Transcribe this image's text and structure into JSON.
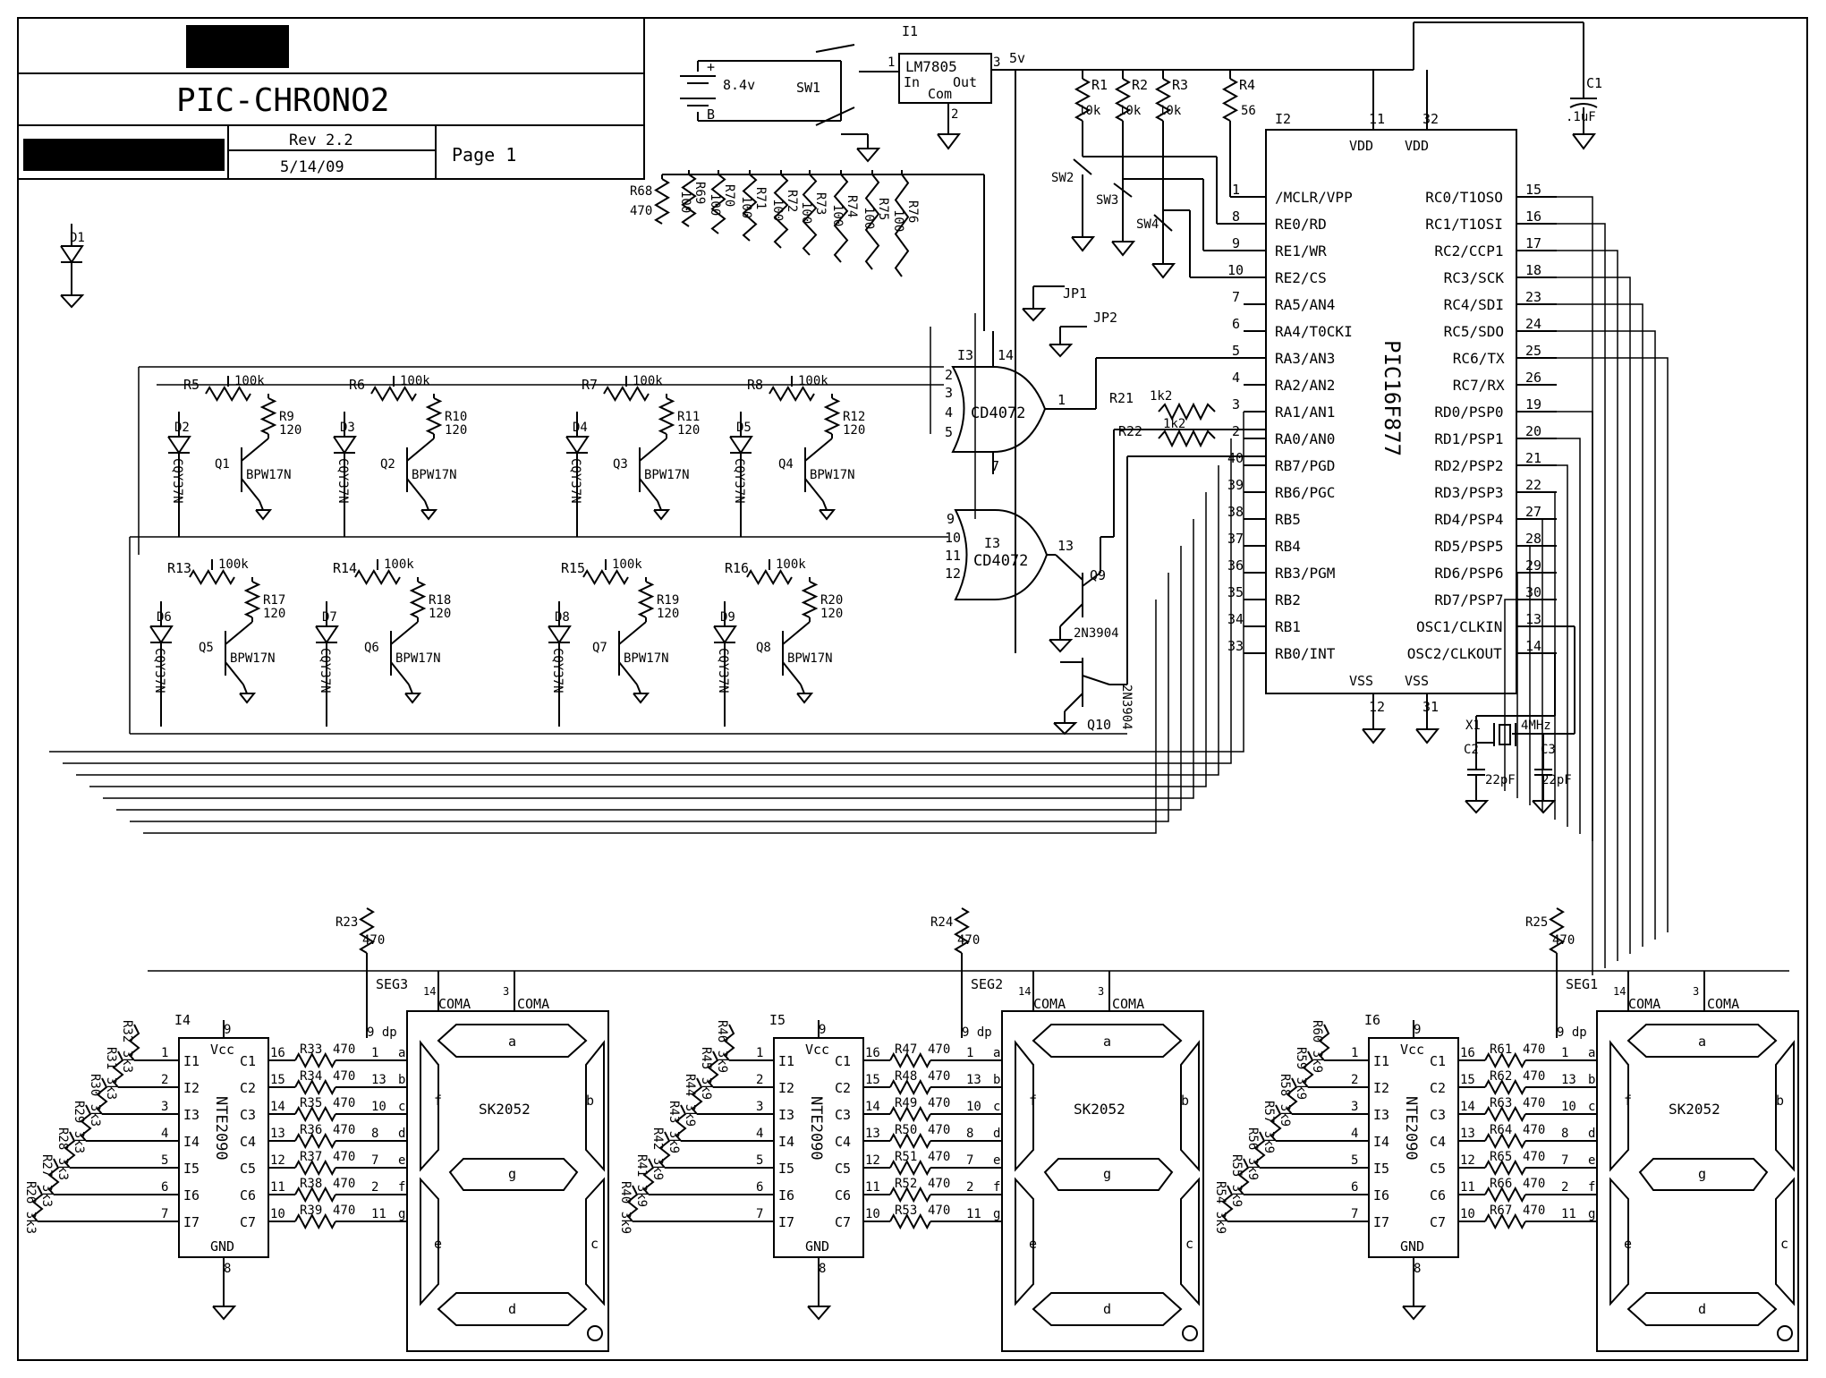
{
  "title_block": {
    "title": "PIC-CHRONO2",
    "rev": "Rev 2.2",
    "date": "5/14/09",
    "page": "Page 1"
  },
  "power": {
    "battery": {
      "plus": "+",
      "value": "8.4v",
      "minus": "B"
    },
    "switch": "SW1",
    "regulator": {
      "ref": "I1",
      "part": "LM7805",
      "in": "In",
      "out": "Out",
      "com": "Com",
      "pin_in": "1",
      "pin_out": "3",
      "pin_com": "2"
    },
    "rail": "5v"
  },
  "capacitors": {
    "c1": {
      "ref": "C1",
      "value": ".1uF"
    },
    "c2": {
      "ref": "C2",
      "value": "22pF"
    },
    "c3": {
      "ref": "C3",
      "value": "22pF"
    },
    "crystal": {
      "ref": "X1",
      "value": "4MHz"
    }
  },
  "pullups": [
    {
      "ref": "R1",
      "value": "10k"
    },
    {
      "ref": "R2",
      "value": "10k"
    },
    {
      "ref": "R3",
      "value": "10k"
    },
    {
      "ref": "R4",
      "value": "56"
    }
  ],
  "switches": [
    "SW2",
    "SW3",
    "SW4"
  ],
  "jumpers": [
    "JP1",
    "JP2"
  ],
  "mcu": {
    "ref": "I2",
    "part": "PIC16F877",
    "vdd": "VDD",
    "vdd_pins": [
      "11",
      "32"
    ],
    "vss": "VSS",
    "vss_pins": [
      "12",
      "31"
    ],
    "left_pins": [
      {
        "num": "1",
        "name": "/MCLR/VPP"
      },
      {
        "num": "8",
        "name": "RE0/RD"
      },
      {
        "num": "9",
        "name": "RE1/WR"
      },
      {
        "num": "10",
        "name": "RE2/CS"
      },
      {
        "num": "7",
        "name": "RA5/AN4"
      },
      {
        "num": "6",
        "name": "RA4/T0CKI"
      },
      {
        "num": "5",
        "name": "RA3/AN3"
      },
      {
        "num": "4",
        "name": "RA2/AN2"
      },
      {
        "num": "3",
        "name": "RA1/AN1"
      },
      {
        "num": "2",
        "name": "RA0/AN0"
      },
      {
        "num": "40",
        "name": "RB7/PGD"
      },
      {
        "num": "39",
        "name": "RB6/PGC"
      },
      {
        "num": "38",
        "name": "RB5"
      },
      {
        "num": "37",
        "name": "RB4"
      },
      {
        "num": "36",
        "name": "RB3/PGM"
      },
      {
        "num": "35",
        "name": "RB2"
      },
      {
        "num": "34",
        "name": "RB1"
      },
      {
        "num": "33",
        "name": "RB0/INT"
      }
    ],
    "right_pins": [
      {
        "num": "15",
        "name": "RC0/T1OSO"
      },
      {
        "num": "16",
        "name": "RC1/T1OSI"
      },
      {
        "num": "17",
        "name": "RC2/CCP1"
      },
      {
        "num": "18",
        "name": "RC3/SCK"
      },
      {
        "num": "23",
        "name": "RC4/SDI"
      },
      {
        "num": "24",
        "name": "RC5/SDO"
      },
      {
        "num": "25",
        "name": "RC6/TX"
      },
      {
        "num": "26",
        "name": "RC7/RX"
      },
      {
        "num": "19",
        "name": "RD0/PSP0"
      },
      {
        "num": "20",
        "name": "RD1/PSP1"
      },
      {
        "num": "21",
        "name": "RD2/PSP2"
      },
      {
        "num": "22",
        "name": "RD3/PSP3"
      },
      {
        "num": "27",
        "name": "RD4/PSP4"
      },
      {
        "num": "28",
        "name": "RD5/PSP5"
      },
      {
        "num": "29",
        "name": "RD6/PSP6"
      },
      {
        "num": "30",
        "name": "RD7/PSP7"
      },
      {
        "num": "13",
        "name": "OSC1/CLKIN"
      },
      {
        "num": "14",
        "name": "OSC2/CLKOUT"
      }
    ]
  },
  "led_resistors": [
    {
      "ref": "R68",
      "value": "470"
    },
    {
      "ref": "R69",
      "value": "100"
    },
    {
      "ref": "R70",
      "value": "100"
    },
    {
      "ref": "R71",
      "value": "100"
    },
    {
      "ref": "R72",
      "value": "100"
    },
    {
      "ref": "R73",
      "value": "100"
    },
    {
      "ref": "R74",
      "value": "100"
    },
    {
      "ref": "R75",
      "value": "100"
    },
    {
      "ref": "R76",
      "value": "100"
    }
  ],
  "d1": "D1",
  "gates": {
    "upper": {
      "ref": "I3",
      "part": "CD4072",
      "vdd_pin": "14",
      "gnd_pin": "7",
      "out_pin": "1",
      "in_pins": [
        "2",
        "3",
        "4",
        "5"
      ]
    },
    "lower": {
      "ref": "I3",
      "part": "CD4072",
      "out_pin": "13",
      "in_pins": [
        "9",
        "10",
        "11",
        "12"
      ]
    }
  },
  "input_resistors": [
    {
      "ref": "R21",
      "value": "1k2"
    },
    {
      "ref": "R22",
      "value": "1k2"
    }
  ],
  "transistors": [
    {
      "ref": "Q9",
      "part": "2N3904"
    },
    {
      "ref": "Q10",
      "part": "2N3904"
    }
  ],
  "sensor_part": {
    "led": "CQY37N",
    "photo": "BPW17N"
  },
  "sensors": [
    {
      "d": "D2",
      "q": "Q1",
      "rp": "R5",
      "rpv": "100k",
      "rl": "R9",
      "rlv": "120"
    },
    {
      "d": "D3",
      "q": "Q2",
      "rp": "R6",
      "rpv": "100k",
      "rl": "R10",
      "rlv": "120"
    },
    {
      "d": "D4",
      "q": "Q3",
      "rp": "R7",
      "rpv": "100k",
      "rl": "R11",
      "rlv": "120"
    },
    {
      "d": "D5",
      "q": "Q4",
      "rp": "R8",
      "rpv": "100k",
      "rl": "R12",
      "rlv": "120"
    },
    {
      "d": "D6",
      "q": "Q5",
      "rp": "R13",
      "rpv": "100k",
      "rl": "R17",
      "rlv": "120"
    },
    {
      "d": "D7",
      "q": "Q6",
      "rp": "R14",
      "rpv": "100k",
      "rl": "R18",
      "rlv": "120"
    },
    {
      "d": "D8",
      "q": "Q7",
      "rp": "R15",
      "rpv": "100k",
      "rl": "R19",
      "rlv": "120"
    },
    {
      "d": "D9",
      "q": "Q8",
      "rp": "R16",
      "rpv": "100k",
      "rl": "R20",
      "rlv": "120"
    }
  ],
  "driver": {
    "part": "NTE2090",
    "vcc": "Vcc",
    "gnd": "GND",
    "vcc_pin": "9",
    "gnd_pin": "8",
    "in_labels": [
      "I1",
      "I2",
      "I3",
      "I4",
      "I5",
      "I6",
      "I7"
    ],
    "in_pins": [
      "1",
      "2",
      "3",
      "4",
      "5",
      "6",
      "7"
    ],
    "out_labels": [
      "C1",
      "C2",
      "C3",
      "C4",
      "C5",
      "C6",
      "C7"
    ],
    "out_pins": [
      "16",
      "15",
      "14",
      "13",
      "12",
      "11",
      "10"
    ]
  },
  "display": {
    "part": "SK2052",
    "seg_pins": [
      "1",
      "13",
      "10",
      "8",
      "7",
      "2",
      "11"
    ],
    "seg_letters": [
      "a",
      "b",
      "c",
      "d",
      "e",
      "f",
      "g"
    ],
    "dp": "9 dp",
    "coma": "COMA",
    "coma_pins": [
      "14",
      "3"
    ]
  },
  "digits": [
    {
      "ic": "I4",
      "seg": "SEG3",
      "dp_res": "R23",
      "dp_val": "470",
      "in_res": [
        {
          "ref": "R32",
          "value": "3k3"
        },
        {
          "ref": "R31",
          "value": "3k3"
        },
        {
          "ref": "R30",
          "value": "3k3"
        },
        {
          "ref": "R29",
          "value": "3k3"
        },
        {
          "ref": "R28",
          "value": "3k3"
        },
        {
          "ref": "R27",
          "value": "3k3"
        },
        {
          "ref": "R26",
          "value": "3k3"
        }
      ],
      "seg_res": [
        {
          "ref": "R33",
          "value": "470"
        },
        {
          "ref": "R34",
          "value": "470"
        },
        {
          "ref": "R35",
          "value": "470"
        },
        {
          "ref": "R36",
          "value": "470"
        },
        {
          "ref": "R37",
          "value": "470"
        },
        {
          "ref": "R38",
          "value": "470"
        },
        {
          "ref": "R39",
          "value": "470"
        }
      ]
    },
    {
      "ic": "I5",
      "seg": "SEG2",
      "dp_res": "R24",
      "dp_val": "470",
      "in_res": [
        {
          "ref": "R46",
          "value": "3k9"
        },
        {
          "ref": "R45",
          "value": "3k9"
        },
        {
          "ref": "R44",
          "value": "3k9"
        },
        {
          "ref": "R43",
          "value": "3k9"
        },
        {
          "ref": "R42",
          "value": "3k9"
        },
        {
          "ref": "R41",
          "value": "3k9"
        },
        {
          "ref": "R40",
          "value": "3k9"
        }
      ],
      "seg_res": [
        {
          "ref": "R47",
          "value": "470"
        },
        {
          "ref": "R48",
          "value": "470"
        },
        {
          "ref": "R49",
          "value": "470"
        },
        {
          "ref": "R50",
          "value": "470"
        },
        {
          "ref": "R51",
          "value": "470"
        },
        {
          "ref": "R52",
          "value": "470"
        },
        {
          "ref": "R53",
          "value": "470"
        }
      ]
    },
    {
      "ic": "I6",
      "seg": "SEG1",
      "dp_res": "R25",
      "dp_val": "470",
      "in_res": [
        {
          "ref": "R60",
          "value": "3k9"
        },
        {
          "ref": "R59",
          "value": "3k9"
        },
        {
          "ref": "R58",
          "value": "3k9"
        },
        {
          "ref": "R57",
          "value": "3k9"
        },
        {
          "ref": "R56",
          "value": "3k9"
        },
        {
          "ref": "R55",
          "value": "3k9"
        },
        {
          "ref": "R54",
          "value": "3k9"
        }
      ],
      "seg_res": [
        {
          "ref": "R61",
          "value": "470"
        },
        {
          "ref": "R62",
          "value": "470"
        },
        {
          "ref": "R63",
          "value": "470"
        },
        {
          "ref": "R64",
          "value": "470"
        },
        {
          "ref": "R65",
          "value": "470"
        },
        {
          "ref": "R66",
          "value": "470"
        },
        {
          "ref": "R67",
          "value": "470"
        }
      ]
    }
  ]
}
